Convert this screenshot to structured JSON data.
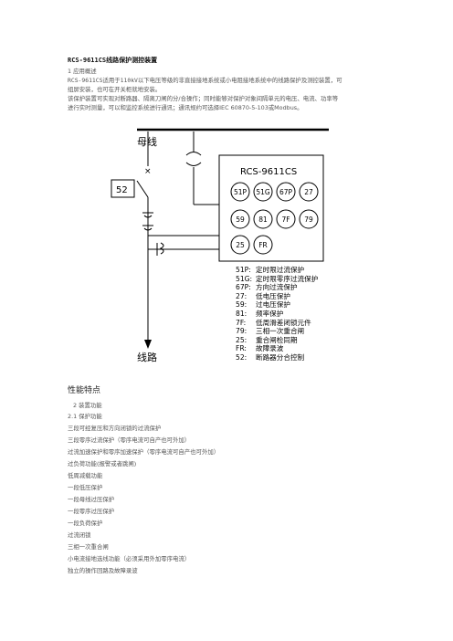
{
  "title": "RCS-9611CS线路保护测控装置",
  "intro": {
    "heading": "1 应用概述",
    "lines": [
      "RCS-9611CS适用于110kV以下电压等级的非直接接地系统或小电阻接地系统中的线路保护及测控装置，可",
      "组屏安装，也可在开关柜就地安装。",
      "该保护装置可实现对断路器、隔离刀闸的分/合操作；同时能够对保护对象间隔单元的电压、电流、功率等",
      "进行实时测量，可以和监控系统进行通讯；通讯规约可选择IEC 60870-5-103或Modbus。"
    ]
  },
  "diagram": {
    "bus_label": "母线",
    "line_label": "线路",
    "breaker_label": "52",
    "device_name": "RCS-9611CS",
    "functions": [
      "51P",
      "51G",
      "67P",
      "27",
      "59",
      "81",
      "7F",
      "79",
      "25",
      "FR"
    ],
    "legend": [
      {
        "code": "51P:",
        "desc": "定时限过流保护"
      },
      {
        "code": "51G:",
        "desc": "定时限零序过流保护"
      },
      {
        "code": "67P:",
        "desc": "方向过流保护"
      },
      {
        "code": "27:",
        "desc": "低电压保护"
      },
      {
        "code": "59:",
        "desc": "过电压保护"
      },
      {
        "code": "81:",
        "desc": "频率保护"
      },
      {
        "code": "7F:",
        "desc": "低周滑差闭锁元件"
      },
      {
        "code": "79:",
        "desc": "三相一次重合闸"
      },
      {
        "code": "25:",
        "desc": "重合闸检同期"
      },
      {
        "code": "FR:",
        "desc": "故障录波"
      },
      {
        "code": "52:",
        "desc": "断路器分合控制"
      }
    ]
  },
  "performance_heading": "性能特点",
  "features": {
    "heading": "2 装置功能",
    "sub_heading": "2.1 保护功能",
    "items": [
      "三段可经复压和方向闭锁的过流保护",
      "三段零序过流保护（零序电流可自产也可外加）",
      "过流加速保护和零序加速保护（零序电流可自产也可外加）",
      "过负荷功能(报警或者跳闸)",
      "低周减载功能",
      "一段低压保护",
      "一段母线过压保护",
      "一段零序过压保护",
      "一段负荷保护",
      "过流闭锁",
      "三相一次重合闸",
      "小电流接地选线功能（必须采用外加零序电流）",
      "独立的操作回路及故障录波"
    ]
  }
}
